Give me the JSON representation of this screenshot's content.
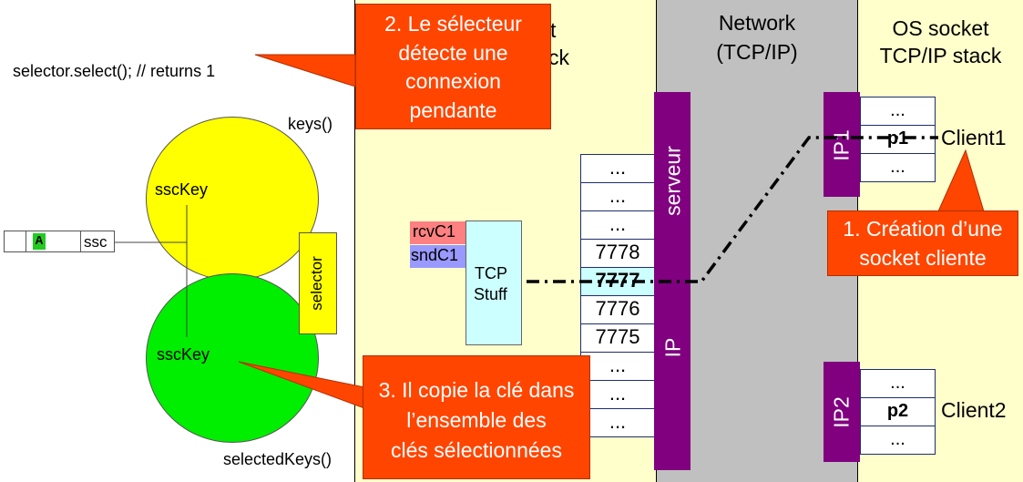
{
  "left_panel": {
    "code_line": "selector.select();  // returns 1",
    "keys_label": "keys()",
    "selected_keys_label": "selectedKeys()",
    "key_top_label": "sscKey",
    "key_bottom_label": "sscKey",
    "selector_label": "selector",
    "channel": {
      "attachment": "A",
      "name": "ssc"
    }
  },
  "server_stack": {
    "title_partial_1": "t",
    "title_partial_2": "ck",
    "rcv_label": "rcvC1",
    "snd_label": "sndC1",
    "tcp_box_label_1": "TCP",
    "tcp_box_label_2": "Stuff",
    "ports": [
      "...",
      "...",
      "...",
      "7778",
      "7777",
      "7776",
      "7775",
      "...",
      "...",
      "..."
    ],
    "serveur_label": "serveur",
    "ip_label": "IP"
  },
  "network": {
    "title_1": "Network",
    "title_2": "(TCP/IP)"
  },
  "client_stack": {
    "title_1": "OS socket",
    "title_2": "TCP/IP stack",
    "ip1_label": "IP1",
    "ip2_label": "IP2",
    "client1_ports": [
      "...",
      "p1",
      "..."
    ],
    "client2_ports": [
      "...",
      "p2",
      "..."
    ],
    "client1_label": "Client1",
    "client2_label": "Client2"
  },
  "callouts": {
    "c2": [
      "2. Le sélecteur",
      "détecte une",
      "connexion",
      "pendante"
    ],
    "c1": [
      "1. Création d’une",
      "socket cliente"
    ],
    "c3": [
      "3. Il copie la clé dans",
      "l’ensemble des",
      "clés sélectionnées"
    ]
  },
  "colors": {
    "cream": "#ffffcc",
    "gray": "#c0c0c0",
    "purple": "#800080",
    "yellow": "#ffff00",
    "green": "#00ee00",
    "callout": "#ff4500",
    "cyan": "#ccffff",
    "salmon": "#ff8080",
    "lavender": "#9999ff"
  }
}
